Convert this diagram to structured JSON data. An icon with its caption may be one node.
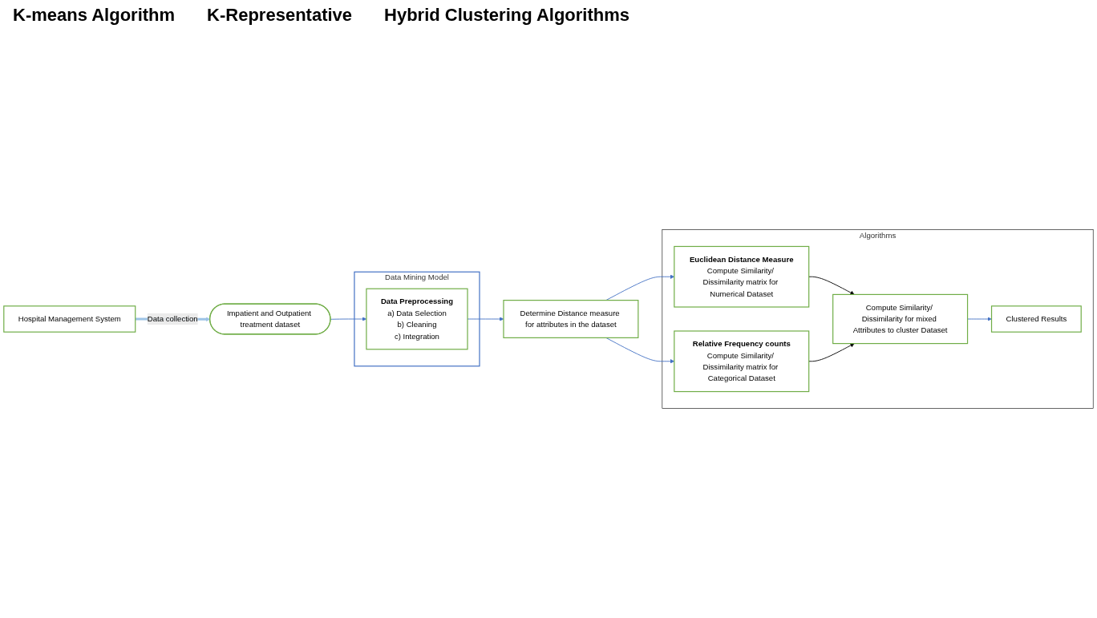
{
  "diagram": {
    "nodes": [
      {
        "text": [
          "Impatient and Outpatient treatment dataset"
        ]
      },
      {
        "text": [
          "Hospital Management System"
        ]
      },
      {
        "text": [
          "Data Mining Model"
        ]
      },
      {
        "text": [
          "Data Preprocessing",
          "a) Data Selection",
          "b) Cleaning",
          "c) Integration"
        ],
        "in": 2
      },
      {
        "text": [
          "Determine Distance measure for attributes in the dataset"
        ]
      },
      {
        "text": [
          "Algorithms"
        ]
      },
      {
        "text": [
          "Euclidean Distance Measure",
          "Compute Similarity/ Dissimilarity matrix for Numerical Dataset"
        ],
        "in": 5
      },
      {
        "text": [
          "Relative Frequency counts",
          "Compute Similarity/ Dissimilarity matrix for Categorical Dataset"
        ],
        "in": 5
      },
      {
        "text": [
          "Compute Similarity/ Dissimilarity for mixed Attributes to cluster Dataset"
        ],
        "in": 5
      },
      {
        "text": [
          "Clustered Results"
        ],
        "in": 5
      }
    ],
    "edges": [
      {
        "from": 1,
        "to": 0,
        "arrow": "to",
        "label": "Data collection",
        "style": "thick",
        "color": "#9dc3e6"
      },
      {
        "from": 0,
        "to": 3,
        "arrow": "to"
      },
      {
        "from": 3,
        "to": 4,
        "arrow": "to"
      },
      {
        "from": 4,
        "to": 6,
        "arrow": "to"
      },
      {
        "from": 4,
        "to": 7,
        "arrow": "to"
      },
      {
        "from": 6,
        "to": 8,
        "arrow": "to",
        "color": "#000000"
      },
      {
        "from": 7,
        "to": 8,
        "arrow": "to",
        "color": "#000000"
      },
      {
        "from": 8,
        "to": 9,
        "arrow": "to"
      }
    ],
    "labels": [
      "K-means Algorithm",
      "K-Representative",
      "Hybrid Clustering Algorithms"
    ]
  }
}
